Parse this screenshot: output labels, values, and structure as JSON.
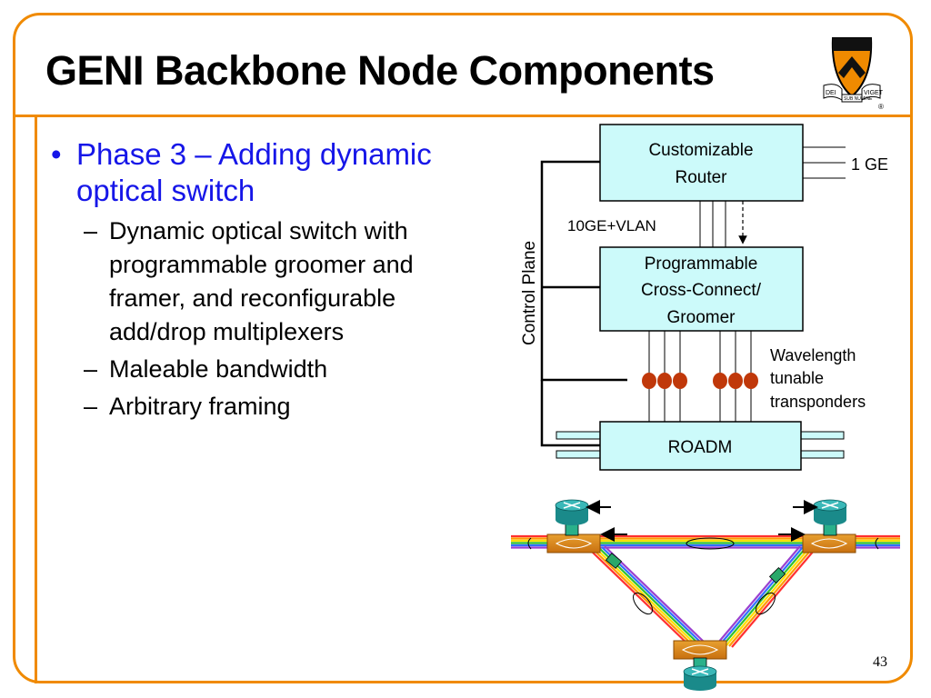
{
  "slide": {
    "title": "GENI Backbone Node Components",
    "page_number": "43"
  },
  "bullets": {
    "main": "Phase 3 – Adding dynamic optical switch",
    "main_line1": "Phase 3 – Adding dynamic",
    "main_line2": "optical switch",
    "sub": [
      {
        "text_lines": [
          "Dynamic optical switch with",
          "programmable groomer and",
          "framer, and reconfigurable",
          "add/drop multiplexers"
        ]
      },
      {
        "text_lines": [
          "Maleable bandwidth"
        ]
      },
      {
        "text_lines": [
          "Arbitrary framing"
        ]
      }
    ]
  },
  "diagram": {
    "router_line1": "Customizable",
    "router_line2": "Router",
    "crossconnect_line1": "Programmable",
    "crossconnect_line2": "Cross-Connect/",
    "crossconnect_line3": "Groomer",
    "roadm_label": "ROADM",
    "ge_label": "1 GE",
    "vlan_label": "10GE+VLAN",
    "control_plane_label": "Control Plane",
    "transponder_line1": "Wavelength",
    "transponder_line2": "tunable",
    "transponder_line3": "transponders"
  },
  "colors": {
    "accent": "#f08a00",
    "bullet_blue": "#1616e8",
    "box_fill": "#ccfafa",
    "transponder": "#c0380a",
    "router_icon": "#1a8a8a"
  },
  "logo": {
    "motto_left": "DEI",
    "motto_mid": "SUB NUMINE",
    "motto_right": "VIGET",
    "mark": "®"
  }
}
